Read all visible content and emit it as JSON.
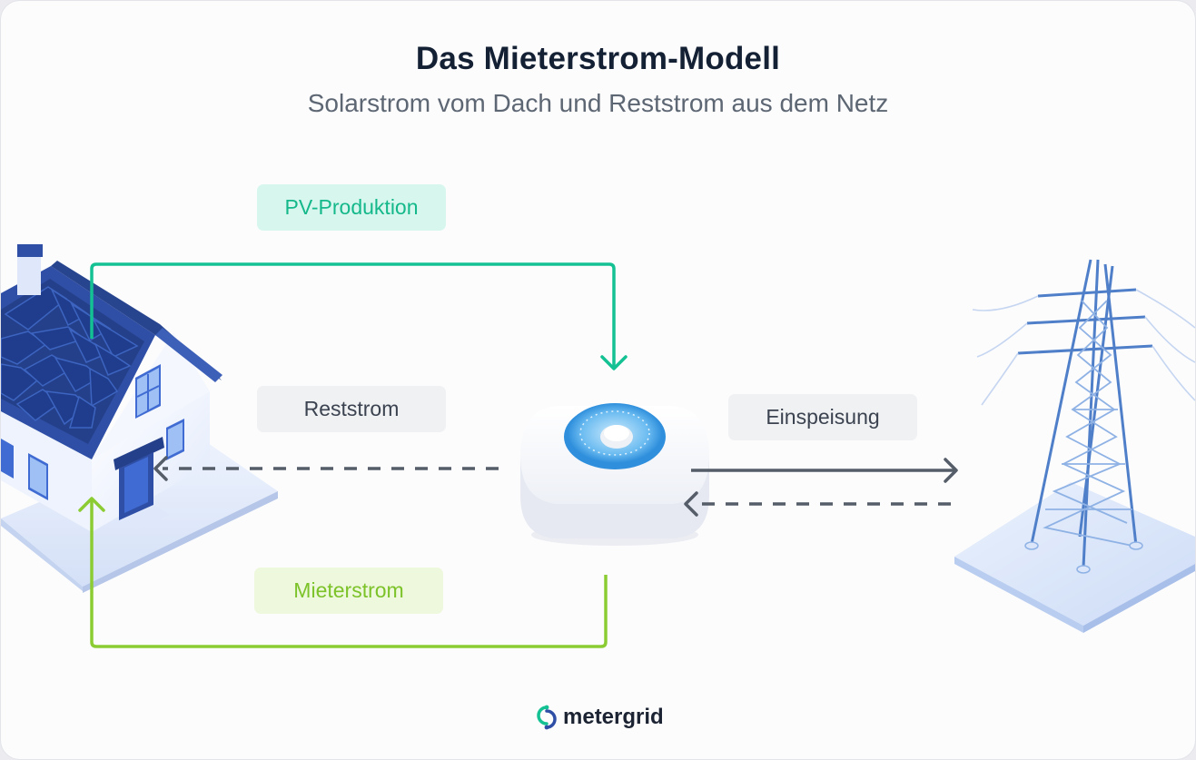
{
  "diagram": {
    "title": "Das Mieterstrom-Modell",
    "subtitle": "Solarstrom vom Dach und Reststrom aus dem Netz",
    "labels": {
      "pv": "PV-Produktion",
      "reststrom": "Reststrom",
      "einspeisung": "Einspeisung",
      "mieterstrom": "Mieterstrom"
    },
    "brand": "metergrid",
    "colors": {
      "pv": "#14c193",
      "mieterstrom": "#8ccc33",
      "grid_flow": "#555d69",
      "accent": "#3a9fe6"
    },
    "icons": [
      "house-icon",
      "smart-meter-icon",
      "power-pylon-icon",
      "metergrid-logo-icon"
    ]
  }
}
